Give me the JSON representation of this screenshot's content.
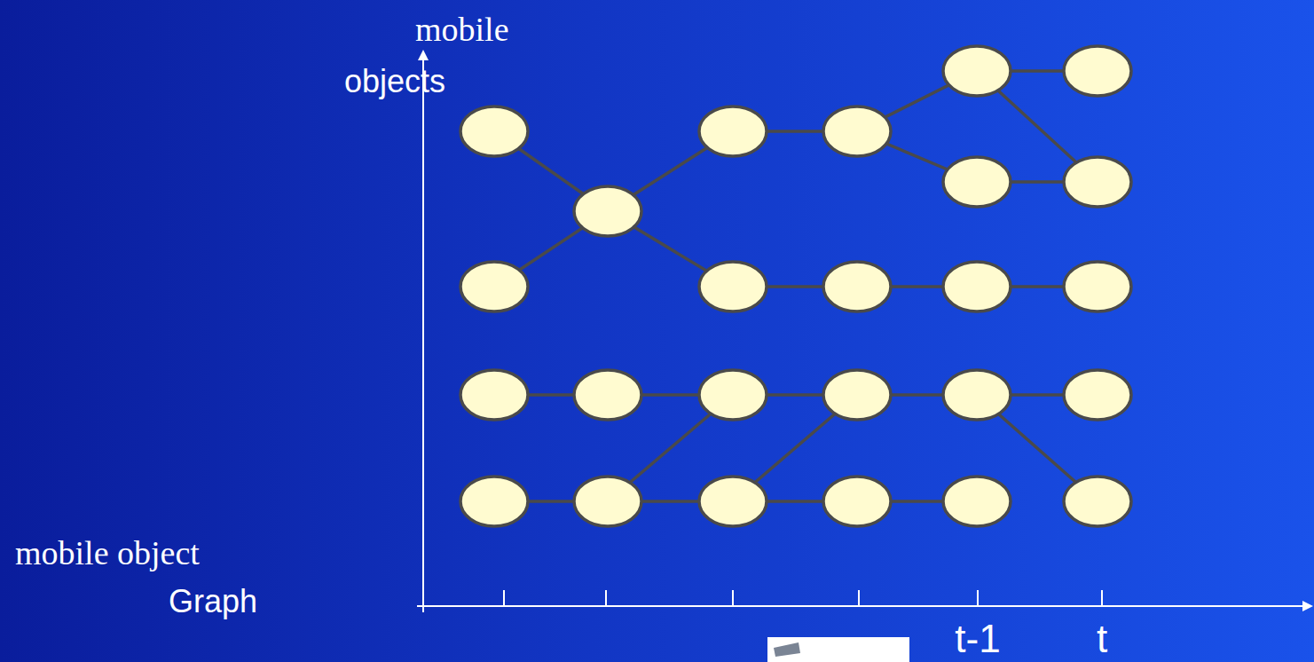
{
  "diagram": {
    "labels": [
      "mobile",
      "objects",
      "mobile object",
      "Graph",
      "t-1",
      "t"
    ]
  }
}
